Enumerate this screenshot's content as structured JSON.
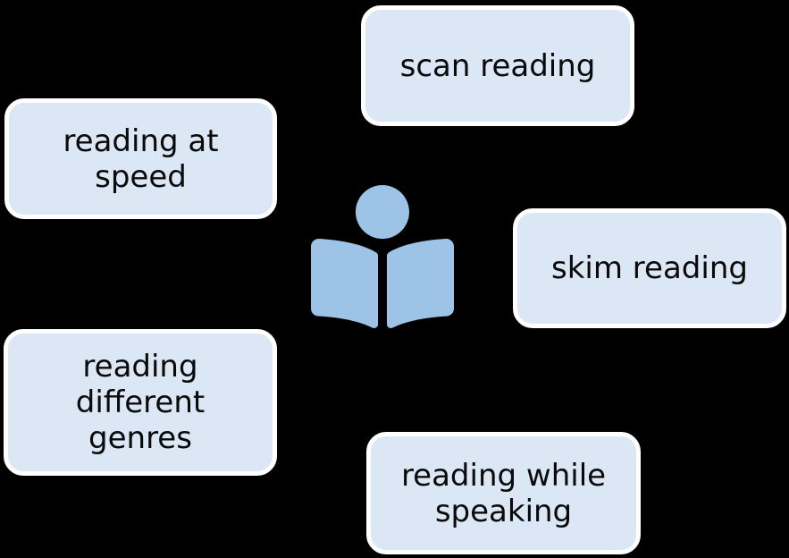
{
  "diagram": {
    "colors": {
      "background": "#000000",
      "box_fill": "#dbe7f4",
      "box_border": "#ffffff",
      "text": "#0a0a0a"
    },
    "center_icon": {
      "name": "book-reader",
      "color": "#9dc3e6"
    },
    "nodes": [
      {
        "id": "scan-reading",
        "label": "scan reading"
      },
      {
        "id": "reading-at-speed",
        "label": "reading at\nspeed"
      },
      {
        "id": "skim-reading",
        "label": "skim reading"
      },
      {
        "id": "reading-different-genres",
        "label": "reading\ndifferent\ngenres"
      },
      {
        "id": "reading-while-speaking",
        "label": "reading while\nspeaking"
      }
    ]
  }
}
